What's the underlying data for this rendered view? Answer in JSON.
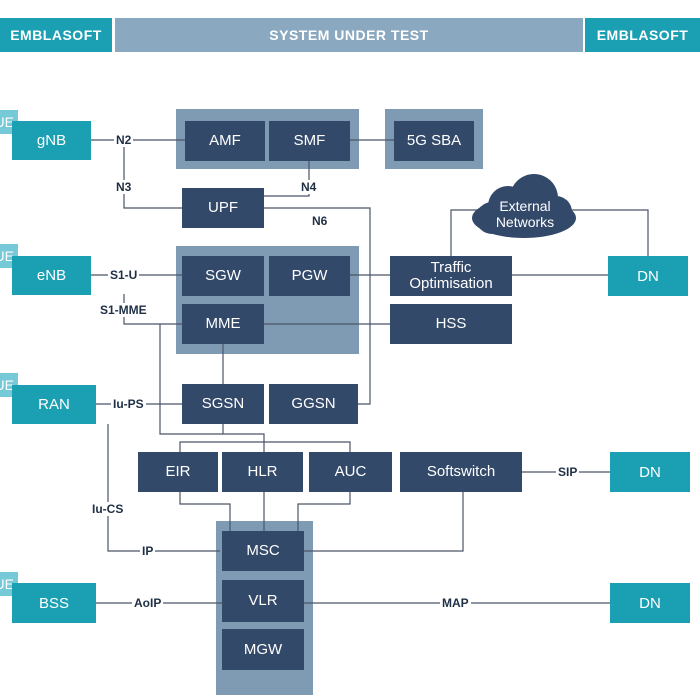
{
  "header": {
    "left": "EMBLASOFT",
    "center": "SYSTEM UNDER TEST",
    "right": "EMBLASOFT"
  },
  "ue_label": "UE",
  "access_nodes": {
    "gnb": "gNB",
    "enb": "eNB",
    "ran": "RAN",
    "bss": "BSS"
  },
  "core_nodes": {
    "amf": "AMF",
    "smf": "SMF",
    "sba": "5G SBA",
    "upf": "UPF",
    "sgw": "SGW",
    "pgw": "PGW",
    "mme": "MME",
    "hss": "HSS",
    "traffic_opt_line1": "Traffic",
    "traffic_opt_line2": "Optimisation",
    "sgsn": "SGSN",
    "ggsn": "GGSN",
    "eir": "EIR",
    "hlr": "HLR",
    "auc": "AUC",
    "softswitch": "Softswitch",
    "msc": "MSC",
    "vlr": "VLR",
    "mgw": "MGW"
  },
  "external": {
    "cloud_line1": "External",
    "cloud_line2": "Networks",
    "dn_label": "DN"
  },
  "interfaces": {
    "n2": "N2",
    "n3": "N3",
    "n4": "N4",
    "n6": "N6",
    "s1u": "S1-U",
    "s1mme": "S1-MME",
    "iups": "Iu-PS",
    "iucs": "Iu-CS",
    "ip": "IP",
    "aoip": "AoIP",
    "sip": "SIP",
    "map": "MAP"
  },
  "colors": {
    "teal": "#1a9fb3",
    "light_teal": "#76c9d6",
    "navy": "#33496a",
    "group_gray": "#7f9bb4",
    "header_gray": "#8aa9c0"
  }
}
